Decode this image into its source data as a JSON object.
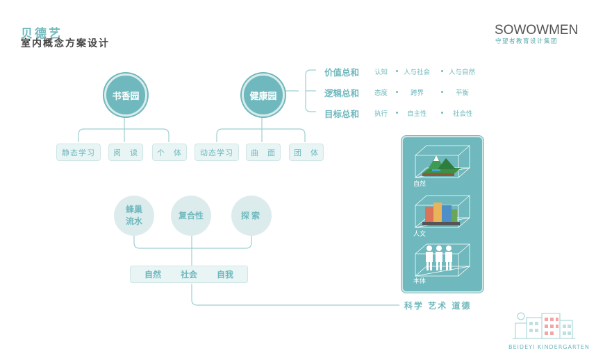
{
  "header": {
    "logo_name": "贝德艺",
    "logo_small_text": "",
    "subtitle": "室内概念方案设计"
  },
  "brand": {
    "name": "SOWOWMEN",
    "subtitle": "守望者教育设计集团",
    "tagline": ""
  },
  "tree_left": {
    "title": "书香园",
    "children": [
      "静态学习",
      "阅　读",
      "个　体"
    ]
  },
  "tree_right": {
    "title": "健康园",
    "children": [
      "动态学习",
      "曲　面",
      "团　体"
    ]
  },
  "summary": [
    {
      "head": "价值总和",
      "items": [
        "认知",
        "人与社会",
        "人与自然"
      ]
    },
    {
      "head": "逻辑总和",
      "items": [
        "态度",
        "跨界",
        "平衡"
      ]
    },
    {
      "head": "目标总和",
      "items": [
        "执行",
        "自主性",
        "社会性"
      ]
    }
  ],
  "bottom_tree": {
    "circles": [
      "蜂巢流水",
      "复合性",
      "探索"
    ],
    "circle1_line1": "蜂巢",
    "circle1_line2": "流水",
    "box": [
      "自然",
      "社会",
      "自我"
    ]
  },
  "panel": {
    "labels": [
      "自然",
      "人文",
      "本体"
    ]
  },
  "bottom_text": "科学 艺术 道德",
  "kindergarten": "BEIDEYI  KINDERGARTEN",
  "colors": {
    "accent": "#6fb8bd",
    "light": "#dcecec",
    "text_dark": "#444444"
  }
}
